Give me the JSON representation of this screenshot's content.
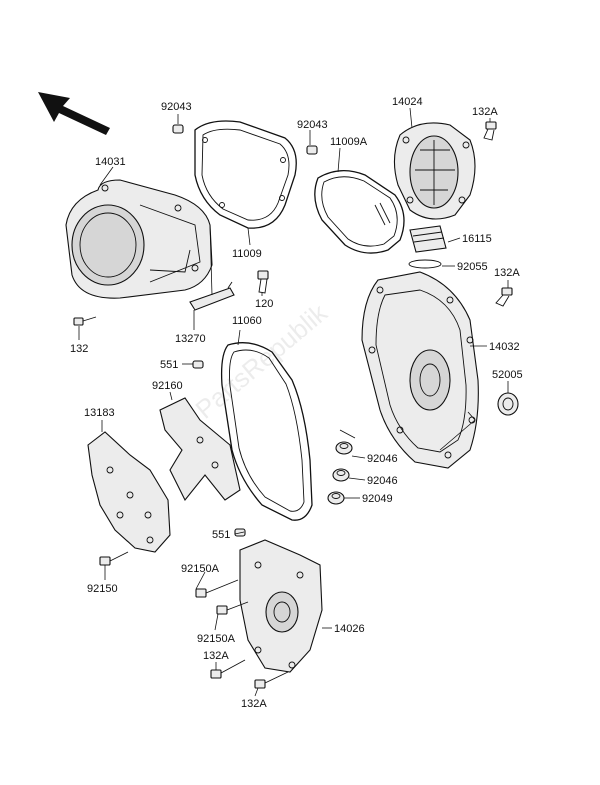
{
  "watermark": "PartsRepublik",
  "labels": {
    "l92043a": "92043",
    "l92043b": "92043",
    "l14024": "14024",
    "l132A_top": "132A",
    "l14031": "14031",
    "l11009A": "11009A",
    "l11009": "11009",
    "l16115": "16115",
    "l92055": "92055",
    "l132A_mid": "132A",
    "l120": "120",
    "l13270": "13270",
    "l132": "132",
    "l11060": "11060",
    "l14032": "14032",
    "l551a": "551",
    "l92160": "92160",
    "l52005": "52005",
    "l13183": "13183",
    "l92046a": "92046",
    "l92046b": "92046",
    "l92049": "92049",
    "l551b": "551",
    "l92150A_a": "92150A",
    "l92150": "92150",
    "l14026": "14026",
    "l92150A_b": "92150A",
    "l132A_b1": "132A",
    "l132A_b2": "132A"
  }
}
